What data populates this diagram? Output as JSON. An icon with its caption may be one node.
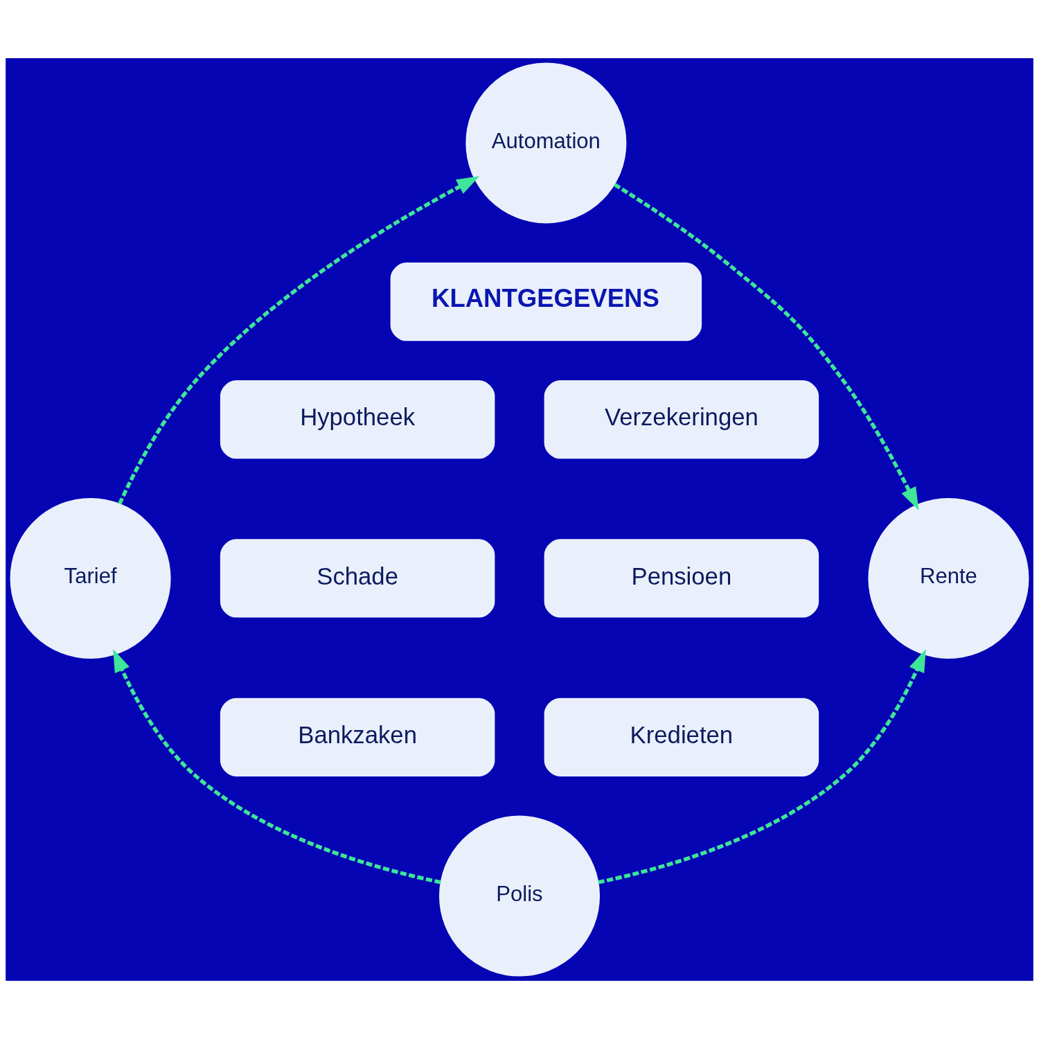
{
  "diagram": {
    "nodes": [
      {
        "text": [
          "Automation"
        ]
      },
      {
        "text": [
          "KLANTGEGEVENS"
        ]
      },
      {
        "text": [
          "Hypotheek"
        ]
      },
      {
        "text": [
          "Verzekeringen"
        ]
      },
      {
        "text": [
          "Tarief"
        ]
      },
      {
        "text": [
          "Schade"
        ]
      },
      {
        "text": [
          "Pensioen"
        ]
      },
      {
        "text": [
          "Rente"
        ]
      },
      {
        "text": [
          "Bankzaken"
        ]
      },
      {
        "text": [
          "Kredieten"
        ]
      },
      {
        "text": [
          "Polis"
        ]
      }
    ],
    "edges": [
      {
        "from": 4,
        "to": 0,
        "arrow": "to",
        "style": "dashed"
      },
      {
        "from": 0,
        "to": 7,
        "arrow": "to",
        "style": "dashed"
      },
      {
        "from": 10,
        "to": 7,
        "arrow": "to",
        "style": "dashed"
      },
      {
        "from": 10,
        "to": 4,
        "arrow": "to",
        "style": "dashed"
      }
    ]
  }
}
